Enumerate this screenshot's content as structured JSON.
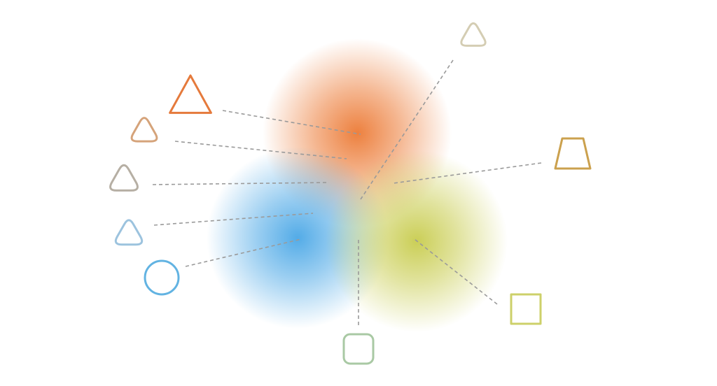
{
  "diagram": {
    "blobs": [
      {
        "name": "orange-blob",
        "color": "#ec7a35"
      },
      {
        "name": "blue-blob",
        "color": "#4aa7e6"
      },
      {
        "name": "yellow-green-blob",
        "color": "#c8cc4e"
      }
    ],
    "connector_color": "#9a9a9a",
    "shapes": [
      {
        "name": "orange-triangle-icon",
        "icon": "triangle",
        "stroke": "#e57a3c"
      },
      {
        "name": "tan-rounded-triangle-icon",
        "icon": "rounded-triangle",
        "stroke": "#d5a37a"
      },
      {
        "name": "gray-rounded-triangle-icon",
        "icon": "rounded-triangle",
        "stroke": "#b6afa4"
      },
      {
        "name": "light-blue-rounded-triangle-icon",
        "icon": "rounded-triangle",
        "stroke": "#9cc3de"
      },
      {
        "name": "blue-circle-icon",
        "icon": "circle",
        "stroke": "#62b3e2"
      },
      {
        "name": "sage-rounded-square-icon",
        "icon": "rounded-square",
        "stroke": "#a9c9a4"
      },
      {
        "name": "olive-square-icon",
        "icon": "square",
        "stroke": "#cdd06a"
      },
      {
        "name": "gold-trapezoid-icon",
        "icon": "trapezoid",
        "stroke": "#cba14e"
      },
      {
        "name": "beige-rounded-triangle-icon",
        "icon": "rounded-triangle",
        "stroke": "#d4cdb3"
      }
    ]
  }
}
